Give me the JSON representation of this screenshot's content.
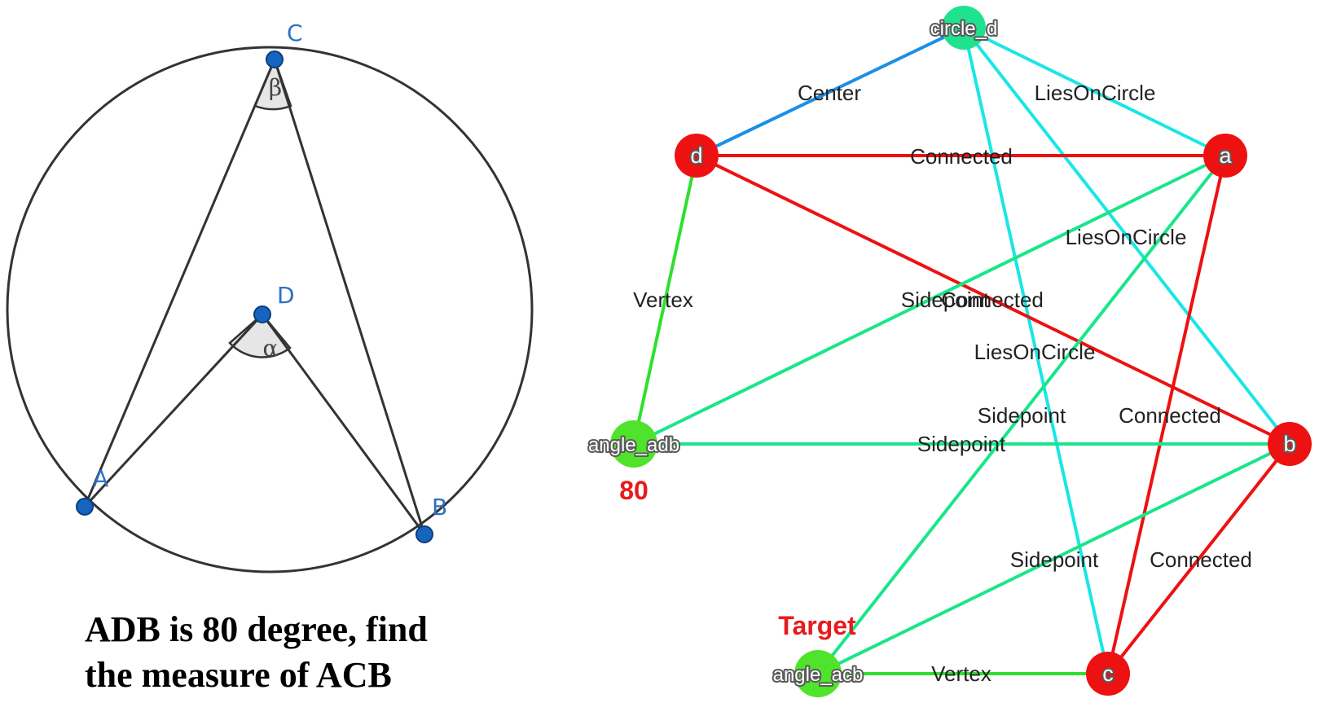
{
  "geometry": {
    "points": [
      {
        "id": "C",
        "label": "C"
      },
      {
        "id": "D",
        "label": "D"
      },
      {
        "id": "A",
        "label": "A"
      },
      {
        "id": "B",
        "label": "B"
      }
    ],
    "angles": {
      "alpha": "α",
      "beta": "β"
    },
    "question_lines": [
      "ADB is 80 degree, find",
      "the measure of ACB"
    ]
  },
  "graph": {
    "colors": {
      "point_node": "#ee1111",
      "circle_node": "#1fe28f",
      "angle_node": "#4fe32b",
      "Center": "#1a8fe8",
      "Connected": "#ee1111",
      "LiesOnCircle": "#19e6e6",
      "Sidepoint": "#19e68a",
      "Vertex": "#2ee02e"
    },
    "nodes": [
      {
        "id": "circle_d",
        "label": "circle_d",
        "kind": "circle"
      },
      {
        "id": "d",
        "label": "d",
        "kind": "point"
      },
      {
        "id": "a",
        "label": "a",
        "kind": "point"
      },
      {
        "id": "angle_adb",
        "label": "angle_adb",
        "kind": "angle"
      },
      {
        "id": "b",
        "label": "b",
        "kind": "point"
      },
      {
        "id": "angle_acb",
        "label": "angle_acb",
        "kind": "angle"
      },
      {
        "id": "c",
        "label": "c",
        "kind": "point"
      }
    ],
    "edges": [
      {
        "source": "circle_d",
        "target": "d",
        "label": "Center"
      },
      {
        "source": "circle_d",
        "target": "a",
        "label": "LiesOnCircle"
      },
      {
        "source": "circle_d",
        "target": "b",
        "label": "LiesOnCircle"
      },
      {
        "source": "circle_d",
        "target": "c",
        "label": "LiesOnCircle"
      },
      {
        "source": "d",
        "target": "a",
        "label": "Connected"
      },
      {
        "source": "d",
        "target": "b",
        "label": "Connected"
      },
      {
        "source": "a",
        "target": "c",
        "label": "Connected"
      },
      {
        "source": "b",
        "target": "c",
        "label": "Connected"
      },
      {
        "source": "d",
        "target": "angle_adb",
        "label": "Vertex"
      },
      {
        "source": "angle_adb",
        "target": "a",
        "label": "Sidepoint"
      },
      {
        "source": "angle_adb",
        "target": "b",
        "label": "Sidepoint"
      },
      {
        "source": "angle_acb",
        "target": "a",
        "label": "Sidepoint"
      },
      {
        "source": "angle_acb",
        "target": "b",
        "label": "Sidepoint"
      },
      {
        "source": "angle_acb",
        "target": "c",
        "label": "Vertex"
      }
    ],
    "annotations": [
      {
        "node": "angle_adb",
        "text": "80"
      },
      {
        "node": "angle_acb",
        "text": "Target"
      }
    ]
  }
}
